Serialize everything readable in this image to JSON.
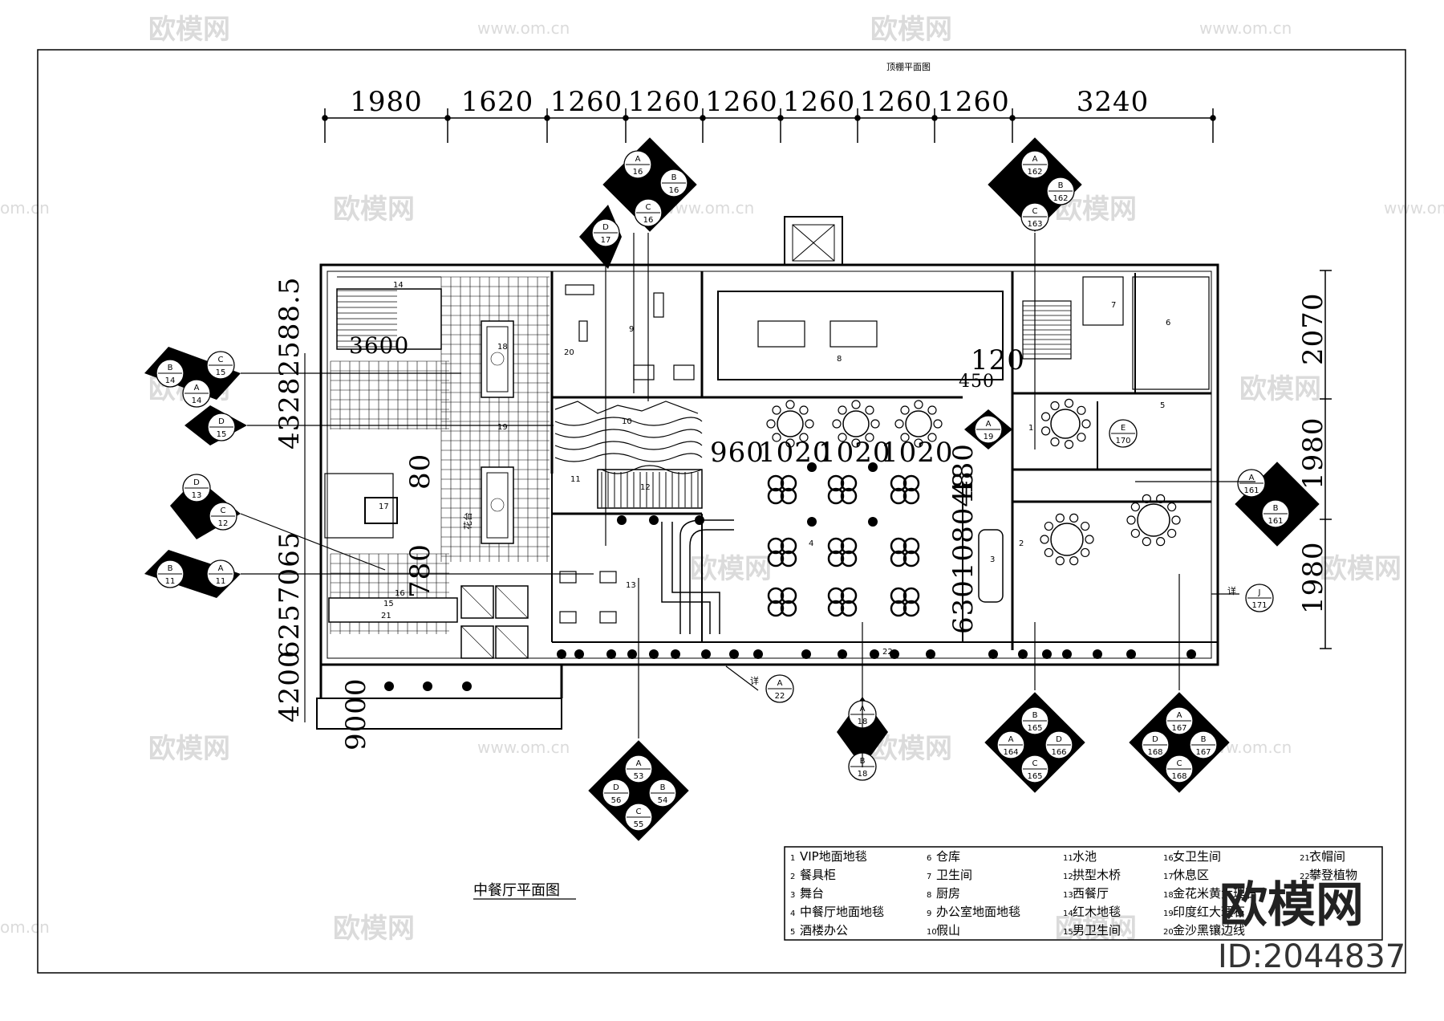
{
  "title_top": "顶棚平面图",
  "plan_title": "中餐厅平面图",
  "top_dimensions": [
    "1980",
    "1620",
    "1260",
    "1260",
    "1260",
    "1260",
    "1260",
    "1260",
    "3240"
  ],
  "right_dimensions": [
    "2070",
    "1980",
    "1980"
  ],
  "left_dimensions": [
    "4200",
    "9000"
  ],
  "inner_labels": {
    "d1": "960",
    "d2": "1020",
    "d3": "1020",
    "d4": "1020",
    "d5": "120",
    "d6": "450",
    "d7": "3600",
    "d8": "花台",
    "d9": "详",
    "d10": "详"
  },
  "room_numbers": [
    "1",
    "2",
    "3",
    "4",
    "5",
    "6",
    "7",
    "8",
    "9",
    "10",
    "11",
    "12",
    "13",
    "14",
    "15",
    "16",
    "17",
    "18",
    "19",
    "20",
    "21",
    "22"
  ],
  "legend": [
    [
      "1",
      "VIP地面地毯",
      "6",
      "仓库",
      "11",
      "水池",
      "16",
      "女卫生间",
      "21",
      "衣帽间"
    ],
    [
      "2",
      "餐具柜",
      "7",
      "卫生间",
      "12",
      "拱型木桥",
      "17",
      "休息区",
      "22",
      "攀登植物"
    ],
    [
      "3",
      "舞台",
      "8",
      "厨房",
      "13",
      "西餐厅",
      "18",
      "金花米黄大理石",
      "",
      ""
    ],
    [
      "4",
      "中餐厅地面地毯",
      "9",
      "办公室地面地毯",
      "14",
      "红木地毯",
      "19",
      "印度红大理石",
      "",
      ""
    ],
    [
      "5",
      "酒楼办公",
      "10",
      "假山",
      "15",
      "男卫生间",
      "20",
      "金沙黑镶边线",
      "",
      ""
    ]
  ],
  "markers": [
    {
      "t": "A",
      "n": "16"
    },
    {
      "t": "B",
      "n": "16"
    },
    {
      "t": "C",
      "n": "16"
    },
    {
      "t": "D",
      "n": "17"
    },
    {
      "t": "A",
      "n": "162"
    },
    {
      "t": "B",
      "n": "162"
    },
    {
      "t": "C",
      "n": "163"
    },
    {
      "t": "B",
      "n": "14"
    },
    {
      "t": "C",
      "n": "15"
    },
    {
      "t": "A",
      "n": "14"
    },
    {
      "t": "D",
      "n": "15"
    },
    {
      "t": "D",
      "n": "13"
    },
    {
      "t": "C",
      "n": "12"
    },
    {
      "t": "B",
      "n": "11"
    },
    {
      "t": "A",
      "n": "11"
    },
    {
      "t": "A",
      "n": "19"
    },
    {
      "t": "E",
      "n": "170"
    },
    {
      "t": "A",
      "n": "161"
    },
    {
      "t": "B",
      "n": "161"
    },
    {
      "t": "J",
      "n": "171"
    },
    {
      "t": "A",
      "n": "22"
    },
    {
      "t": "A",
      "n": "53"
    },
    {
      "t": "D",
      "n": "56"
    },
    {
      "t": "B",
      "n": "54"
    },
    {
      "t": "C",
      "n": "55"
    },
    {
      "t": "A",
      "n": "18"
    },
    {
      "t": "B",
      "n": "18"
    },
    {
      "t": "B",
      "n": "165"
    },
    {
      "t": "A",
      "n": "164"
    },
    {
      "t": "D",
      "n": "166"
    },
    {
      "t": "C",
      "n": "165"
    },
    {
      "t": "A",
      "n": "167"
    },
    {
      "t": "D",
      "n": "168"
    },
    {
      "t": "B",
      "n": "167"
    },
    {
      "t": "C",
      "n": "168"
    }
  ],
  "watermark": {
    "brand": "欧模网",
    "url": "www.om.cn",
    "short": "om.cn",
    "big_brand": "欧模网",
    "id": "ID:2044837"
  }
}
